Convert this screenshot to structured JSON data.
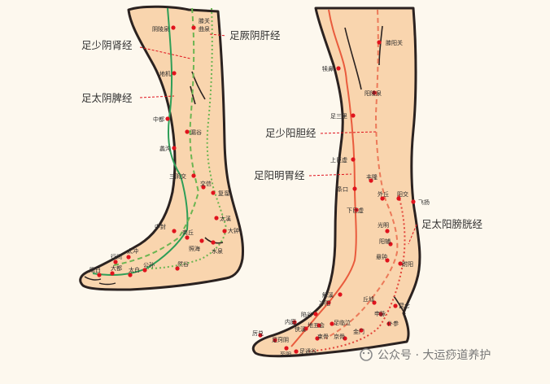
{
  "left_leg": {
    "meridians": {
      "kidney": "足少阴肾经",
      "liver": "足厥阴肝经",
      "spleen": "足太阴脾经"
    },
    "points": {
      "yinlingquan": "阴陵泉",
      "ququan": "曲泉",
      "xiguan": "膝关",
      "diji": "地机",
      "zhongdu": "中都",
      "lougu": "漏谷",
      "ligou": "蠡沟",
      "sanyinjiao": "三阴交",
      "jiaoxin": "交信",
      "fuliu": "复溜",
      "taixi": "太溪",
      "dazhong": "大钟",
      "shuiquan": "水泉",
      "zhaohai": "照海",
      "zhongfeng": "中封",
      "shangqiu": "商丘",
      "taichong": "太冲",
      "xingjian": "行间",
      "dadu": "大都",
      "taibai": "太白",
      "gongsun": "公孙",
      "rangu": "然谷",
      "yinbai": "隐白"
    }
  },
  "right_leg": {
    "meridians": {
      "gallbladder": "足少阳胆经",
      "stomach": "足阳明胃经",
      "bladder": "足太阳膀胱经"
    },
    "points": {
      "xiyangguan": "膝阳关",
      "dubi": "犊鼻",
      "yanglingquan": "阳陵泉",
      "zusanli": "足三里",
      "shangjuxu": "上巨虚",
      "tiaokou": "条口",
      "fenglong": "丰隆",
      "xiajuxu": "下巨虚",
      "waiqiu": "外丘",
      "yangjiao": "阳交",
      "feiyang": "飞扬",
      "guangming": "光明",
      "yangfu": "阳辅",
      "xuanzhong": "悬钟",
      "fuyang": "跗阳",
      "jiexi": "解溪",
      "qiuxu": "丘墟",
      "kunlun": "昆仑",
      "chongyang": "冲阳",
      "shenmai": "申脉",
      "xiangu": "陷谷",
      "neiting": "内庭",
      "lidui": "厉兑",
      "zulinqi": "足临泣",
      "diwuhui": "地五会",
      "xiaxi": "侠溪",
      "jinmen": "金门",
      "pucan": "仆参",
      "shugu": "束骨",
      "jinggu": "京骨",
      "zuqiaoyin": "足窍阴",
      "zutonggu": "足通谷",
      "zhiyin": "至阴"
    }
  },
  "watermark": "公众号 · 大运痧道养护",
  "colors": {
    "background": "#fdf8ee",
    "skin": "#f9d5ae",
    "outline": "#2b2220",
    "acupoint": "#e0131d",
    "meridian_label_line": "#e0131d",
    "kidney_line": "#6cb552",
    "liver_line": "#6cb552",
    "spleen_line": "#2e9e57",
    "gallbladder_line": "#ec7a5a",
    "stomach_line": "#e95b3d",
    "bladder_line": "#e2453a"
  },
  "icons": {
    "watermark": "wechat-official-account-icon"
  }
}
